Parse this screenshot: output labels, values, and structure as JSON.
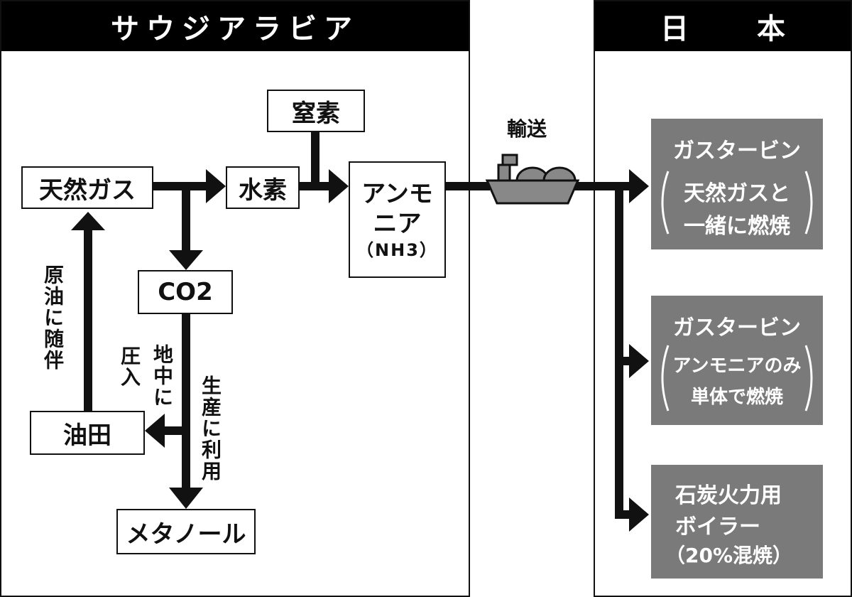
{
  "regions": {
    "saudi": "サウジアラビア",
    "japan_left": "日",
    "japan_right": "本"
  },
  "nodes": {
    "natural_gas": "天然ガス",
    "hydrogen": "水素",
    "nitrogen": "窒素",
    "ammonia_line1": "アンモ",
    "ammonia_line2": "ニア",
    "ammonia_formula": "（NH3）",
    "co2": "CO2",
    "oil_field": "油田",
    "methanol": "メタノール"
  },
  "edge_labels": {
    "associated_with_crude": "原油に随伴",
    "underground": "地中に",
    "injection": "圧入",
    "production_use": "生産に利用",
    "transport": "輸送"
  },
  "uses": [
    {
      "title": "ガスタービン",
      "line1": "天然ガスと",
      "line2": "一緒に燃焼"
    },
    {
      "title": "ガスタービン",
      "line1": "アンモニアのみ",
      "line2": "単体で燃焼"
    },
    {
      "title": "石炭火力用",
      "line1": "ボイラー",
      "line2": "（20%混焼）"
    }
  ],
  "colors": {
    "header_bg": "#000000",
    "use_box_bg": "#7a7a7a",
    "line": "#111111"
  }
}
